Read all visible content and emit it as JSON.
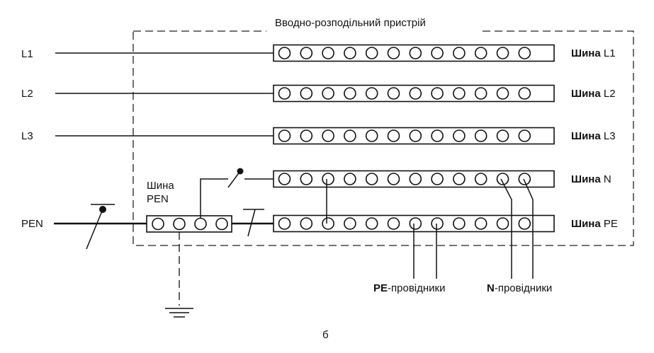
{
  "diagram": {
    "title": "Вводно-розподільний пристрій",
    "caption": "б",
    "lines": [
      {
        "label": "L1"
      },
      {
        "label": "L2"
      },
      {
        "label": "L3"
      }
    ],
    "pen_label": "PEN",
    "buses": [
      {
        "label_bold": "Шина",
        "label_rest": " L1"
      },
      {
        "label_bold": "Шина",
        "label_rest": " L2"
      },
      {
        "label_bold": "Шина",
        "label_rest": " L3"
      },
      {
        "label_bold": "Шина",
        "label_rest": " N"
      },
      {
        "label_bold": "Шина",
        "label_rest": " PE"
      }
    ],
    "pen_bus": {
      "line1": "Шина",
      "line2": "PEN"
    },
    "pe_conductors": {
      "prefix": "PE",
      "rest": "-провідники"
    },
    "n_conductors": {
      "prefix": "N",
      "rest": "-провідники"
    },
    "terminals_per_bus": 12,
    "pen_bus_terminals": 4
  }
}
